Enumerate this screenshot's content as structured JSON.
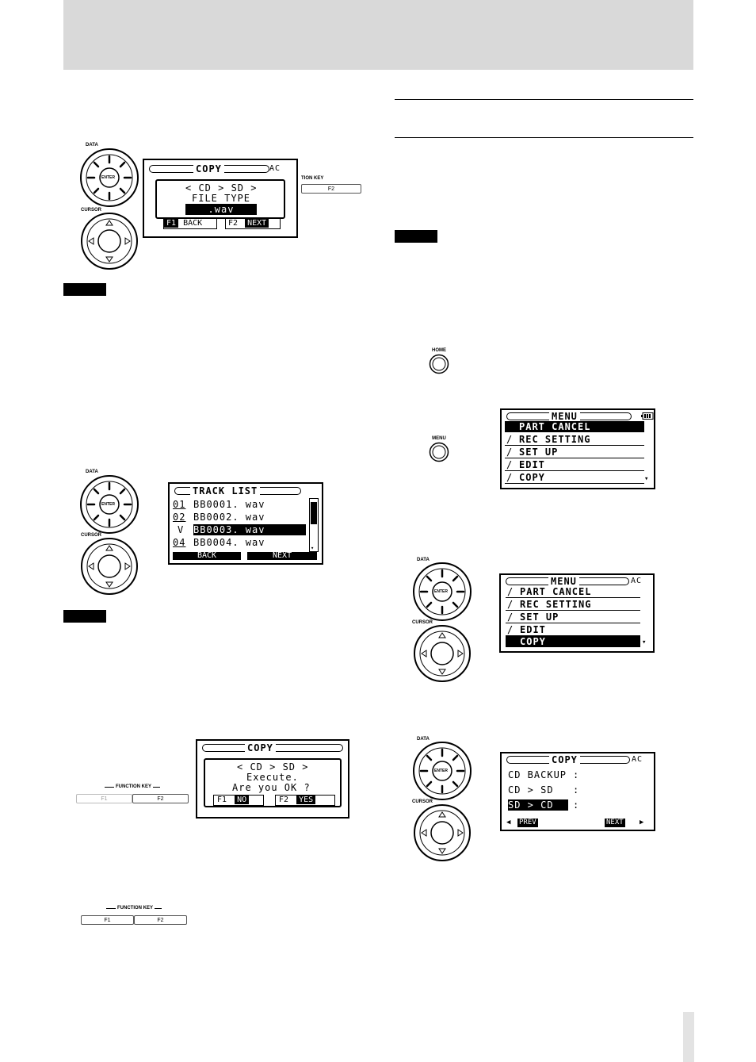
{
  "colors": {
    "header_band": "#d9d9d9",
    "ink": "#000000",
    "side_tab": "#e3e3e3"
  },
  "controls": {
    "data_label": "DATA",
    "cursor_label": "CURSOR",
    "enter_label": "ENTER",
    "home_label": "HOME",
    "menu_label": "MENU",
    "function_key_label": "FUNCTION KEY",
    "function_key_cut_label": "TION KEY",
    "f1": "F1",
    "f2": "F2"
  },
  "screen_copy_filetype": {
    "title": "COPY",
    "ac": "AC",
    "route": "< CD > SD >",
    "label": "FILE TYPE",
    "value": ".wav",
    "f1": "F1",
    "f1_action": "BACK",
    "f2": "F2",
    "f2_action": "NEXT"
  },
  "screen_track_list": {
    "title": "TRACK LIST",
    "rows": [
      {
        "mark": "01",
        "name": "BB0001. wav"
      },
      {
        "mark": "02",
        "name": "BB0002. wav"
      },
      {
        "mark": "V",
        "name": "BB0003. wav"
      },
      {
        "mark": "04",
        "name": "BB0004. wav"
      }
    ],
    "back": "BACK",
    "next": "NEXT"
  },
  "screen_copy_execute": {
    "title": "COPY",
    "route": "< CD > SD >",
    "line1": "Execute.",
    "line2": "Are you OK ?",
    "f1": "F1",
    "f1_action": "NO",
    "f2": "F2",
    "f2_action": "YES"
  },
  "screen_menu_1": {
    "title": "MENU",
    "items": [
      "PART CANCEL",
      "REC SETTING",
      "SET UP",
      "EDIT",
      "COPY"
    ]
  },
  "screen_menu_2": {
    "title": "MENU",
    "ac": "AC",
    "items": [
      "PART CANCEL",
      "REC SETTING",
      "SET UP",
      "EDIT",
      "COPY"
    ]
  },
  "screen_copy_select": {
    "title": "COPY",
    "ac": "AC",
    "rows": [
      {
        "label": "CD BACKUP",
        "sep": ":"
      },
      {
        "label": "CD > SD",
        "sep": ":"
      },
      {
        "label": "SD > CD",
        "sep": ":"
      }
    ],
    "prev": "PREV",
    "next": "NEXT"
  }
}
